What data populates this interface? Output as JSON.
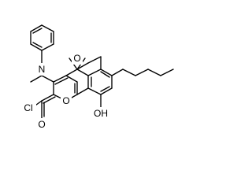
{
  "molecule": {
    "atom_labels": {
      "n": "N",
      "o_pyran": "O",
      "o_lactone": "O",
      "o_carbonyl": "O",
      "oh": "OH",
      "cl": "Cl"
    },
    "colors": {
      "bond": "#000000",
      "label": "#000000",
      "background": "#ffffff"
    }
  }
}
